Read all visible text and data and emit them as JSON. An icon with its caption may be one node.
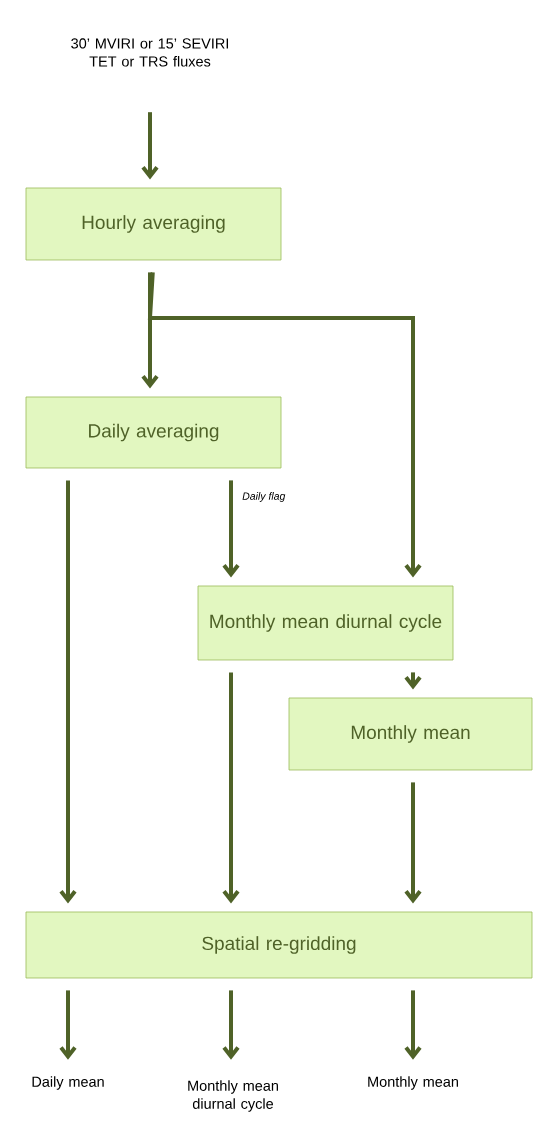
{
  "diagram": {
    "nodes": [
      {
        "text": [
          "30’ MVIRI or 15’ SEVIRI TET or TRS fluxes"
        ]
      },
      {
        "text": [
          "Hourly averaging"
        ]
      },
      {
        "text": [
          "Daily averaging"
        ]
      },
      {
        "text": [
          "Monthly mean diurnal cycle"
        ]
      },
      {
        "text": [
          "Monthly mean"
        ]
      },
      {
        "text": [
          "Spatial re-gridding"
        ]
      },
      {
        "text": [
          "Daily mean"
        ]
      },
      {
        "text": [
          "Monthly mean diurnal cycle"
        ]
      },
      {
        "text": [
          "Monthly mean"
        ]
      }
    ],
    "edges": [
      {
        "from": 0,
        "to": 1,
        "arrow": "to"
      },
      {
        "from": 1,
        "to": 2,
        "arrow": "to"
      },
      {
        "from": 1,
        "to": 3,
        "arrow": "to"
      },
      {
        "from": 2,
        "to": 3,
        "arrow": "to",
        "label": "Daily flag"
      },
      {
        "from": 2,
        "to": 5,
        "arrow": "to"
      },
      {
        "from": 3,
        "to": 4,
        "arrow": "to"
      },
      {
        "from": 3,
        "to": 5,
        "arrow": "to"
      },
      {
        "from": 4,
        "to": 5,
        "arrow": "to"
      },
      {
        "from": 5,
        "to": 6,
        "arrow": "to"
      },
      {
        "from": 5,
        "to": 7,
        "arrow": "to"
      },
      {
        "from": 5,
        "to": 8,
        "arrow": "to"
      }
    ]
  }
}
